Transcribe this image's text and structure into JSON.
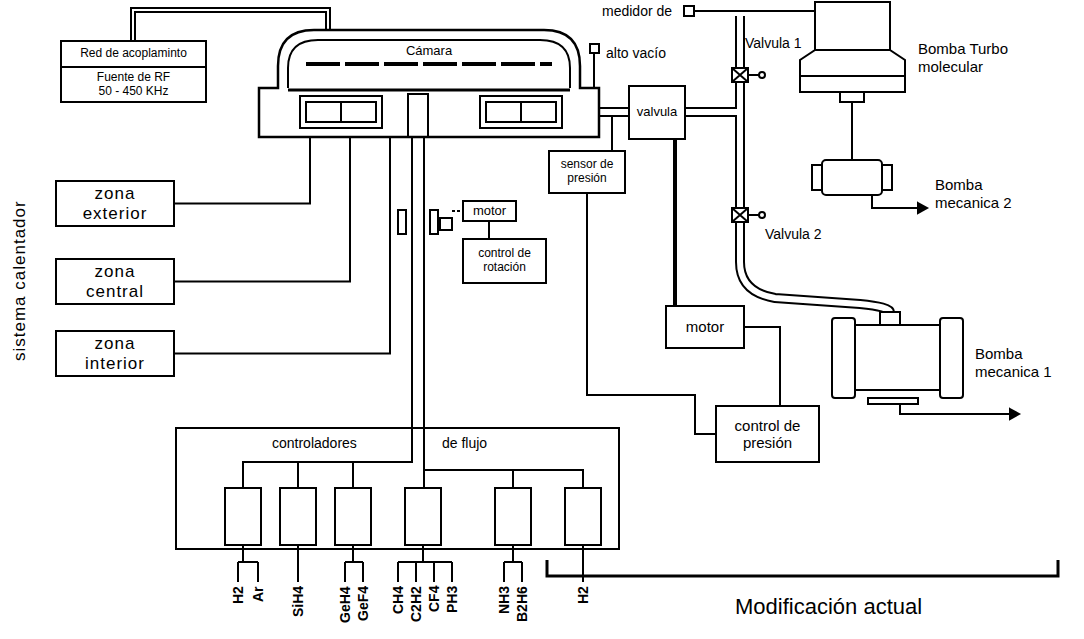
{
  "diagram": {
    "nodes": [
      {
        "text": [
          "Red de acoplaminto",
          "Fuente de RF 50 - 450 KHz"
        ]
      },
      {
        "text": [
          "Cámara"
        ]
      },
      {
        "text": [
          "zona exterior"
        ]
      },
      {
        "text": [
          "zona central"
        ]
      },
      {
        "text": [
          "zona interior"
        ]
      },
      {
        "text": [
          "motor"
        ]
      },
      {
        "text": [
          "control de rotación"
        ]
      },
      {
        "text": [
          "valvula"
        ]
      },
      {
        "text": [
          "sensor de presión"
        ]
      },
      {
        "text": [
          "motor"
        ]
      },
      {
        "text": [
          "control de presión"
        ]
      },
      {
        "text": [
          "controladores",
          "de flujo"
        ]
      }
    ],
    "edges": [
      {
        "from": 0,
        "to": 1,
        "arrow": "none"
      },
      {
        "from": 2,
        "to": 1,
        "arrow": "none"
      },
      {
        "from": 3,
        "to": 1,
        "arrow": "none"
      },
      {
        "from": 4,
        "to": 1,
        "arrow": "none"
      },
      {
        "from": 11,
        "to": 1,
        "arrow": "none"
      },
      {
        "from": 5,
        "to": 6,
        "arrow": "none"
      },
      {
        "from": 1,
        "to": 7,
        "arrow": "none"
      },
      {
        "from": 8,
        "to": 10,
        "arrow": "none"
      },
      {
        "from": 10,
        "to": 9,
        "arrow": "none"
      },
      {
        "from": 9,
        "to": 7,
        "arrow": "none"
      }
    ],
    "labels": [
      "sistema calentador",
      "medidor de",
      "alto vacío",
      "Valvula 1",
      "Bomba Turbo molecular",
      "Bomba mecanica 2",
      "Valvula 2",
      "Bomba mecanica 1",
      "H2",
      "Ar",
      "SiH4",
      "GeH4",
      "GeF4",
      "CH4",
      "C2H2",
      "CF4",
      "PH3",
      "NH3",
      "B2H6",
      "H2",
      "Modificación actual"
    ]
  }
}
